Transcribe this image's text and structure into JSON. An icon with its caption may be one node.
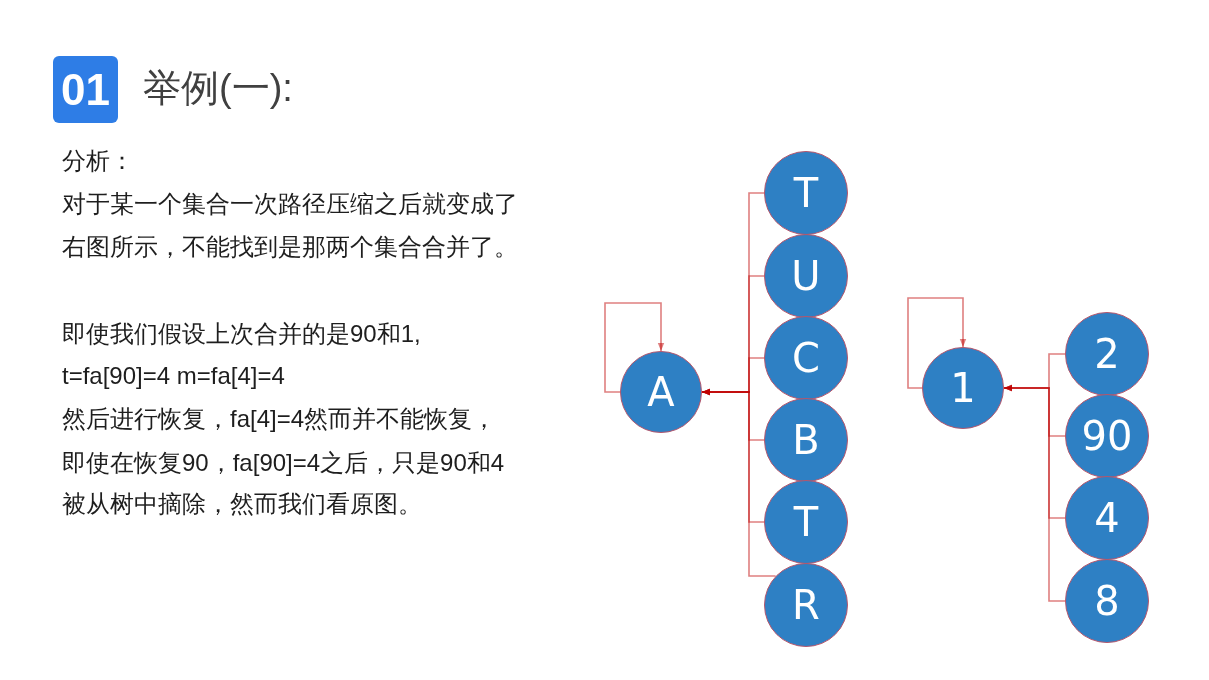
{
  "diagram": {
    "title": "举例(一):",
    "nodes": [
      {
        "text": [
          "01"
        ]
      },
      {
        "text": [
          "A"
        ]
      },
      {
        "text": [
          "T"
        ]
      },
      {
        "text": [
          "U"
        ]
      },
      {
        "text": [
          "C"
        ]
      },
      {
        "text": [
          "B"
        ]
      },
      {
        "text": [
          "T"
        ]
      },
      {
        "text": [
          "R"
        ]
      },
      {
        "text": [
          "1"
        ]
      },
      {
        "text": [
          "2"
        ]
      },
      {
        "text": [
          "90"
        ]
      },
      {
        "text": [
          "4"
        ]
      },
      {
        "text": [
          "8"
        ]
      }
    ],
    "edges": [
      {
        "from": 1,
        "to": 1,
        "arrow": "to"
      },
      {
        "from": 2,
        "to": 1,
        "arrow": "to"
      },
      {
        "from": 3,
        "to": 1,
        "arrow": "to"
      },
      {
        "from": 4,
        "to": 1,
        "arrow": "to"
      },
      {
        "from": 5,
        "to": 1,
        "arrow": "to"
      },
      {
        "from": 6,
        "to": 1,
        "arrow": "to"
      },
      {
        "from": 7,
        "to": 1,
        "arrow": "to"
      },
      {
        "from": 8,
        "to": 8,
        "arrow": "to"
      },
      {
        "from": 9,
        "to": 8,
        "arrow": "to"
      },
      {
        "from": 10,
        "to": 8,
        "arrow": "to"
      },
      {
        "from": 11,
        "to": 8,
        "arrow": "to"
      },
      {
        "from": 12,
        "to": 8,
        "arrow": "to"
      }
    ],
    "labels": [
      "分析：",
      "对于某一个集合一次路径压缩之后就变成了右图所示，不能找到是那两个集合合并了。",
      "即使我们假设上次合并的是90和1,",
      "t=fa[90]=4 m=fa[4]=4",
      "然后进行恢复，fa[4]=4然而并不能恢复，",
      "即使在恢复90，fa[90]=4之后，只是90和4",
      "被从树中摘除，然而我们看原图。"
    ]
  }
}
